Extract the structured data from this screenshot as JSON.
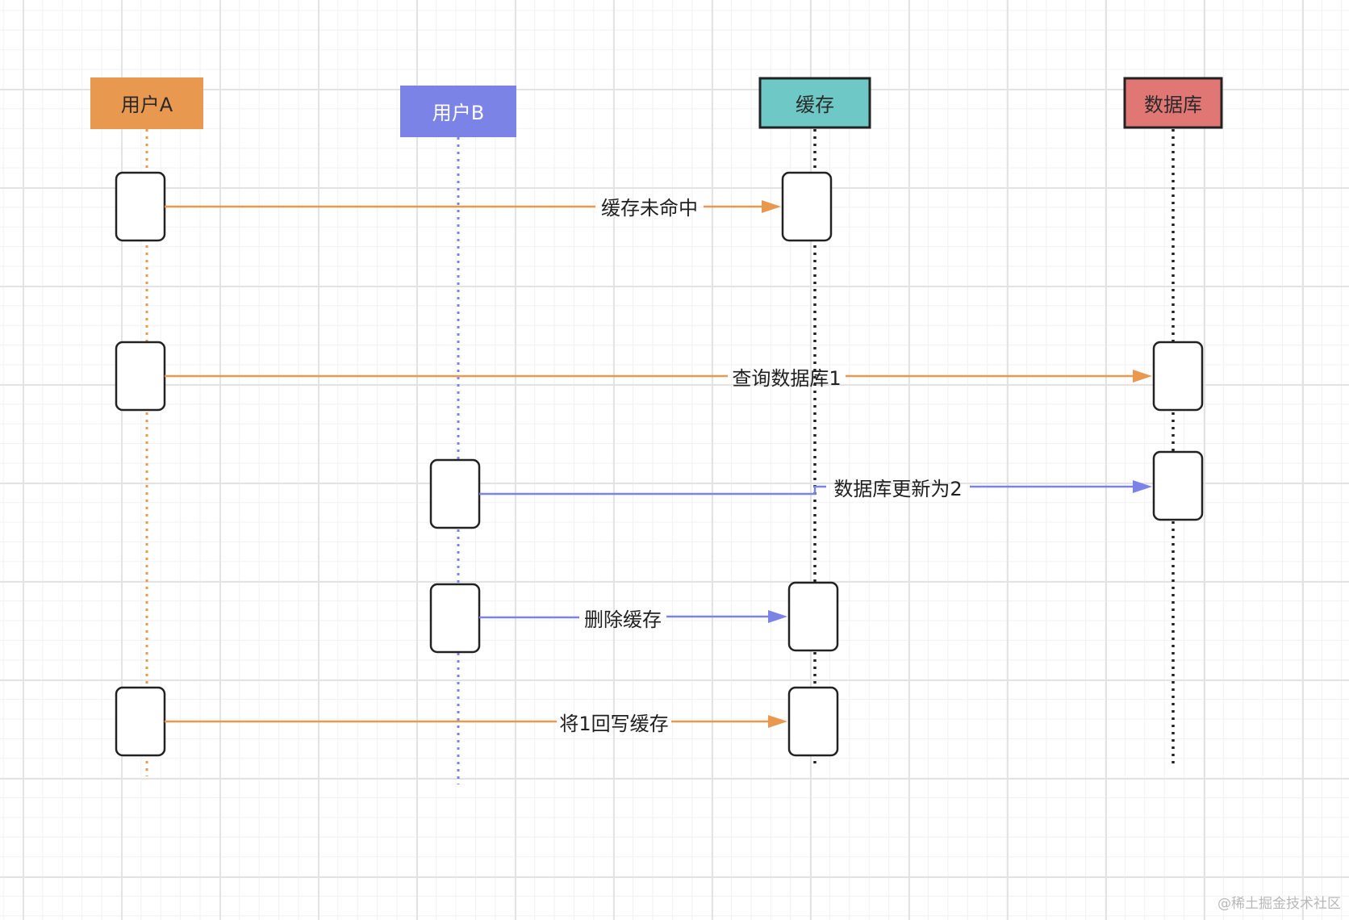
{
  "participants": [
    {
      "id": "userA",
      "label": "用户A",
      "fill": "#e8994f",
      "border": "#e8994f",
      "line_color": "#e8994f"
    },
    {
      "id": "userB",
      "label": "用户B",
      "fill": "#7b84e6",
      "border": "#7b84e6",
      "line_color": "#7b84e6"
    },
    {
      "id": "cache",
      "label": "缓存",
      "fill": "#6ec9c6",
      "border": "#222222",
      "line_color": "#222222"
    },
    {
      "id": "db",
      "label": "数据库",
      "fill": "#e07775",
      "border": "#222222",
      "line_color": "#222222"
    }
  ],
  "messages": [
    {
      "from": "userA",
      "to": "cache",
      "label": "缓存未命中",
      "color": "#e8994f"
    },
    {
      "from": "userA",
      "to": "db",
      "label": "查询数据库1",
      "color": "#e8994f"
    },
    {
      "from": "userB",
      "to": "db",
      "label": "数据库更新为2",
      "color": "#7b84e6"
    },
    {
      "from": "userB",
      "to": "cache",
      "label": "删除缓存",
      "color": "#7b84e6"
    },
    {
      "from": "userA",
      "to": "cache",
      "label": "将1回写缓存",
      "color": "#e8994f"
    }
  ],
  "watermark": "@稀土掘金技术社区"
}
